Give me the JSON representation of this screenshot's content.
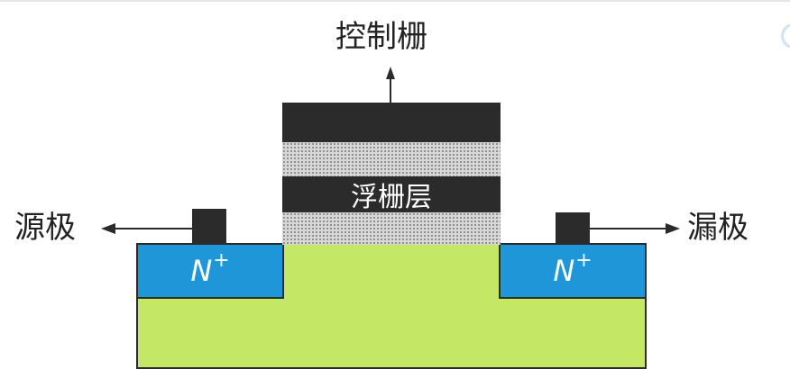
{
  "labels": {
    "control_gate": "控制栅",
    "floating_gate": "浮栅层",
    "source": "源极",
    "drain": "漏极",
    "n_left": "N",
    "n_left_sup": "+",
    "n_right": "N",
    "n_right_sup": "+"
  },
  "colors": {
    "substrate": "#c4e865",
    "n_region": "#1e96d8",
    "dark_layer": "#2b2b2b",
    "oxide_layer": "#d8d8d8"
  }
}
